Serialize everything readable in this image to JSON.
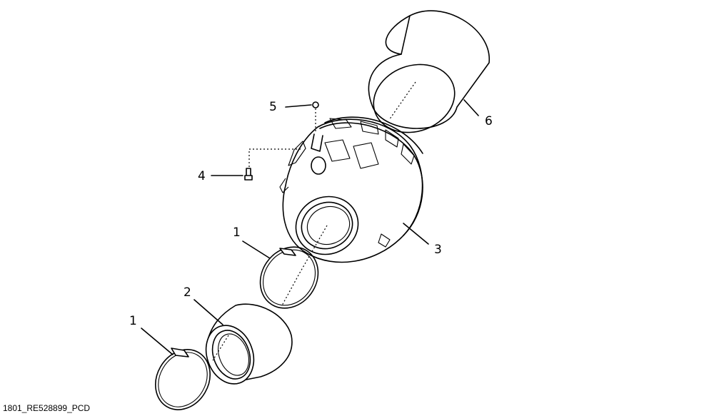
{
  "callouts": [
    {
      "id": "clamp-lower",
      "label": "1"
    },
    {
      "id": "hose",
      "label": "2"
    },
    {
      "id": "housing",
      "label": "3"
    },
    {
      "id": "bolt",
      "label": "4"
    },
    {
      "id": "nut",
      "label": "5"
    },
    {
      "id": "element",
      "label": "6"
    },
    {
      "id": "clamp-upper",
      "label": "1"
    }
  ],
  "caption": "1801_RE528899_PCD"
}
